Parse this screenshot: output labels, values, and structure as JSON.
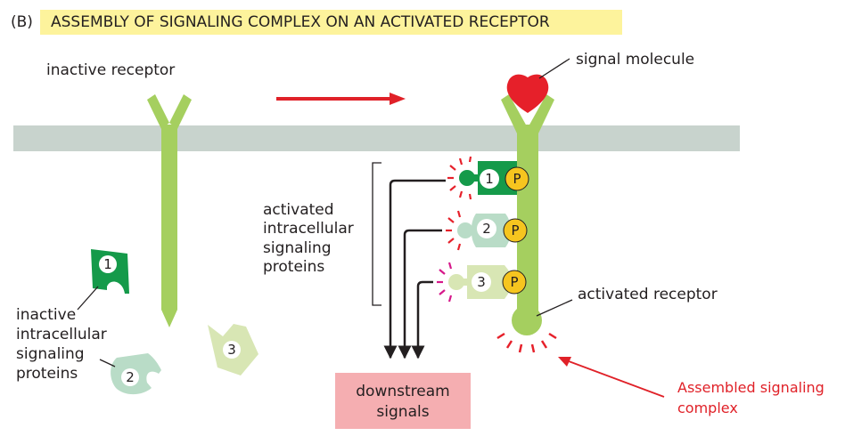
{
  "panel": {
    "letter": "(B)",
    "title": "ASSEMBLY OF SIGNALING COMPLEX ON AN ACTIVATED RECEPTOR"
  },
  "labels": {
    "inactive_receptor": "inactive receptor",
    "signal_molecule": "signal molecule",
    "activated_intracellular": [
      "activated",
      "intracellular",
      "signaling",
      "proteins"
    ],
    "activated_receptor": "activated receptor",
    "inactive_intracellular": [
      "inactive",
      "intracellular",
      "signaling",
      "proteins"
    ],
    "downstream": [
      "downstream",
      "signals"
    ],
    "assembled": [
      "Assembled signaling",
      "complex"
    ]
  },
  "proteins": {
    "p1": "1",
    "p2": "2",
    "p3": "3",
    "phospho": "P"
  },
  "colors": {
    "membrane": "#c8d3cd",
    "receptor": "#a5cf5f",
    "signal": "#e6202a",
    "protein1": "#159a4a",
    "protein2": "#b9dcc7",
    "protein3": "#d8e6b4",
    "phospho": "#f6c51f",
    "downstream_box": "#f5aeb1",
    "title_highlight": "#fdf39c",
    "arrow_red": "#e02128"
  }
}
